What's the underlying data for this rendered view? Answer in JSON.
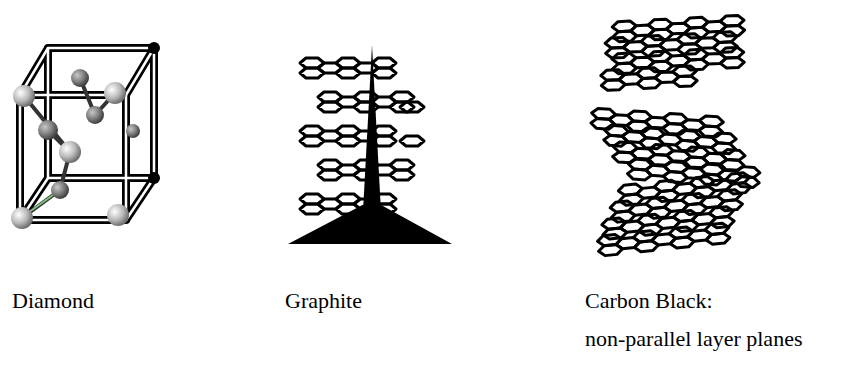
{
  "diagram": {
    "labels": [
      "Diamond",
      "Graphite",
      "Carbon Black:",
      "non-parallel layer planes"
    ]
  }
}
